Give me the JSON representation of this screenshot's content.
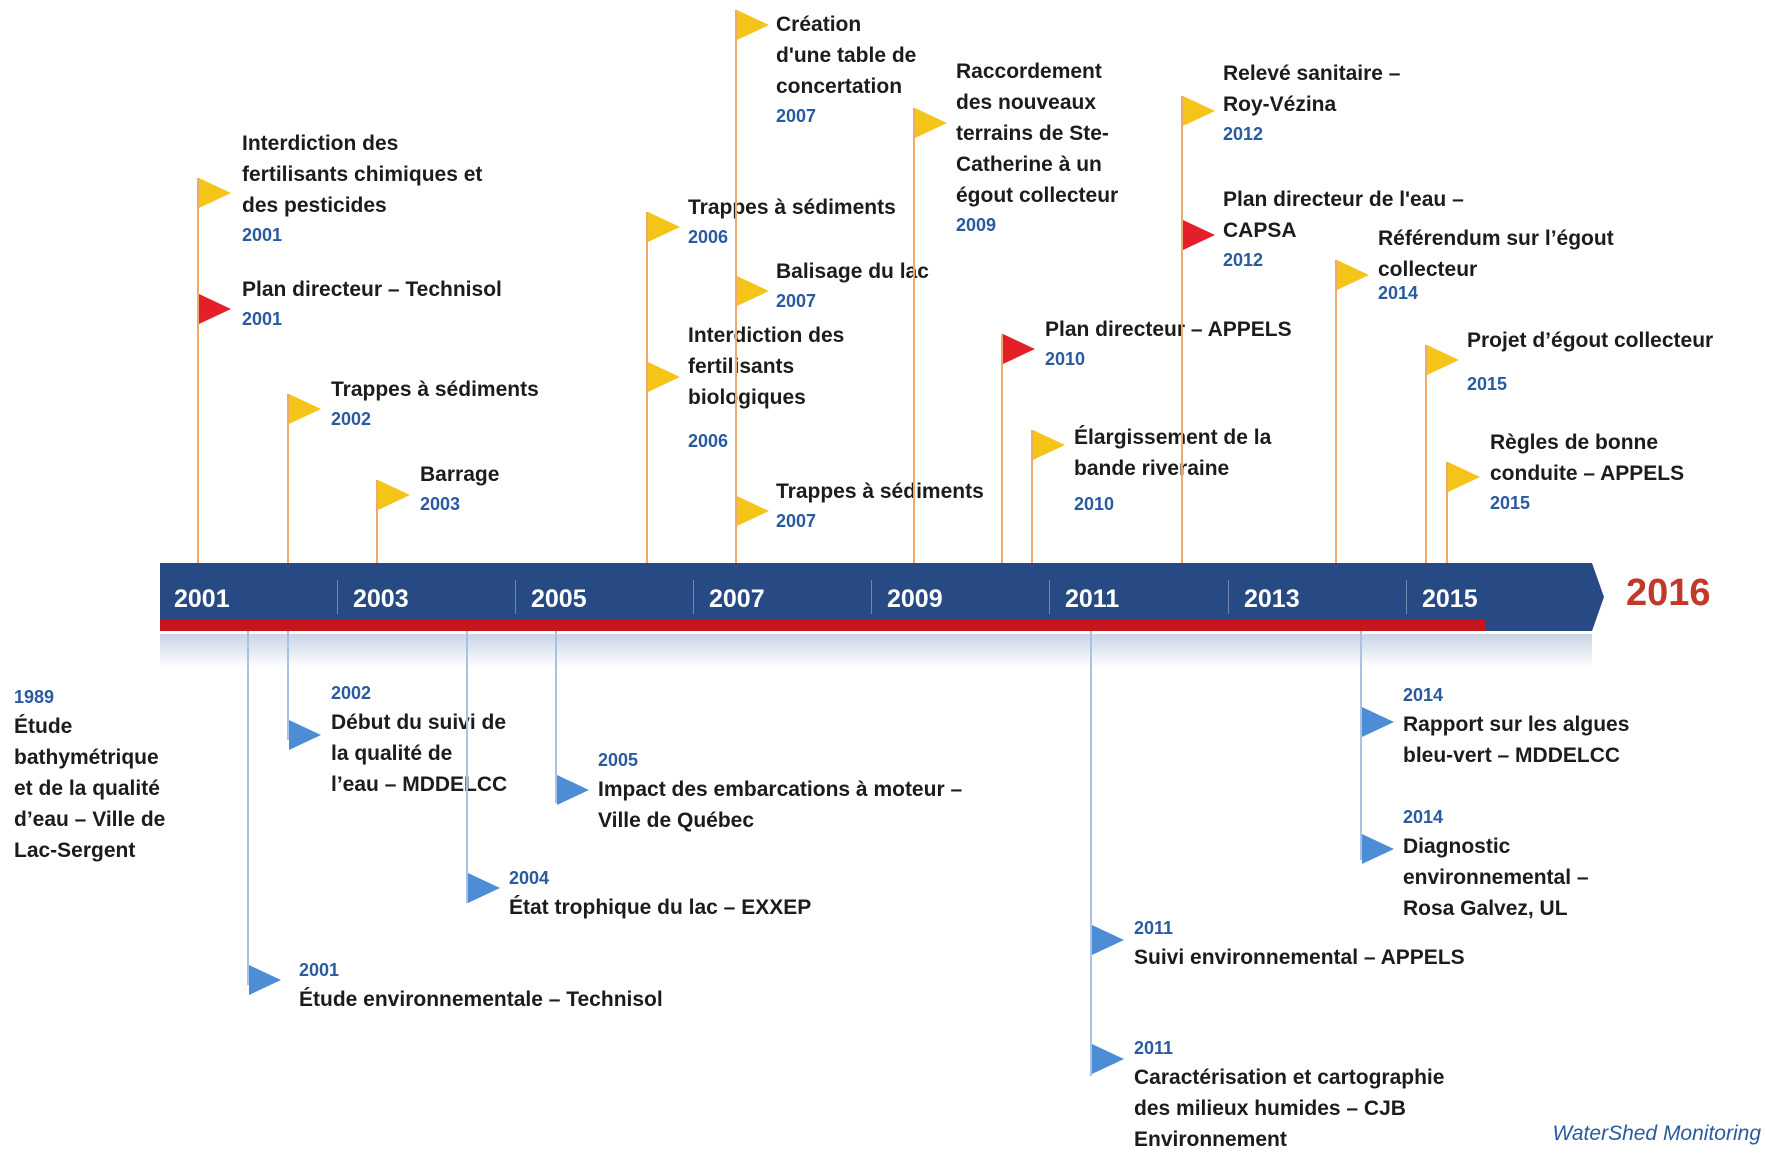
{
  "timeline": {
    "year_labels": [
      "2001",
      "2003",
      "2005",
      "2007",
      "2009",
      "2011",
      "2013",
      "2015"
    ],
    "end_year": "2016",
    "colors": {
      "bar": "#284a84",
      "red_strip": "#c4161c",
      "yellow_flag": "#f4c418",
      "red_flag": "#e3202a",
      "blue_flag": "#4d8dd6"
    }
  },
  "events_above": [
    {
      "lines": [
        "Interdiction des",
        "fertilisants chimiques et",
        "des pesticides"
      ],
      "year": "2001",
      "flag": "yellow"
    },
    {
      "lines": [
        "Plan directeur – Technisol"
      ],
      "year": "2001",
      "flag": "red"
    },
    {
      "lines": [
        "Trappes à sédiments"
      ],
      "year": "2002",
      "flag": "yellow"
    },
    {
      "lines": [
        "Barrage"
      ],
      "year": "2003",
      "flag": "yellow"
    },
    {
      "lines": [
        "Trappes à sédiments"
      ],
      "year": "2006",
      "flag": "yellow"
    },
    {
      "lines": [
        "Interdiction des",
        "fertilisants",
        "biologiques"
      ],
      "year": "2006",
      "flag": "yellow"
    },
    {
      "lines": [
        "Création",
        "d'une table de",
        "concertation"
      ],
      "year": "2007",
      "flag": "yellow"
    },
    {
      "lines": [
        "Balisage du lac"
      ],
      "year": "2007",
      "flag": "yellow"
    },
    {
      "lines": [
        "Trappes à sédiments"
      ],
      "year": "2007",
      "flag": "yellow"
    },
    {
      "lines": [
        "Raccordement",
        "des nouveaux",
        "terrains de Ste-",
        "Catherine à un",
        "égout collecteur"
      ],
      "year": "2009",
      "flag": "yellow"
    },
    {
      "lines": [
        "Plan directeur – APPELS"
      ],
      "year": "2010",
      "flag": "red"
    },
    {
      "lines": [
        "Élargissement de la",
        "bande riveraine"
      ],
      "year": "2010",
      "flag": "yellow"
    },
    {
      "lines": [
        "Relevé sanitaire –",
        "Roy-Vézina"
      ],
      "year": "2012",
      "flag": "yellow"
    },
    {
      "lines": [
        "Plan directeur de l'eau –",
        "CAPSA"
      ],
      "year": "2012",
      "flag": "red"
    },
    {
      "lines": [
        "Référendum sur l’égout",
        "collecteur"
      ],
      "year": "2014",
      "flag": "yellow"
    },
    {
      "lines": [
        "Projet d’égout collecteur"
      ],
      "year": "2015",
      "flag": "yellow"
    },
    {
      "lines": [
        "Règles de bonne",
        "conduite – APPELS"
      ],
      "year": "2015",
      "flag": "yellow"
    }
  ],
  "events_below": [
    {
      "lines": [
        "Étude",
        "bathymétrique",
        "et de la qualité",
        "d’eau – Ville de",
        "Lac-Sergent"
      ],
      "year": "1989",
      "flag": "none"
    },
    {
      "lines": [
        "Étude environnementale – Technisol"
      ],
      "year": "2001",
      "flag": "blue"
    },
    {
      "lines": [
        "Début du suivi de",
        "la qualité de",
        "l’eau – MDDELCC"
      ],
      "year": "2002",
      "flag": "blue"
    },
    {
      "lines": [
        "État trophique du lac – EXXEP"
      ],
      "year": "2004",
      "flag": "blue"
    },
    {
      "lines": [
        "Impact des embarcations à moteur –",
        "Ville de Québec"
      ],
      "year": "2005",
      "flag": "blue"
    },
    {
      "lines": [
        "Suivi environnemental – APPELS"
      ],
      "year": "2011",
      "flag": "blue"
    },
    {
      "lines": [
        "Caractérisation et cartographie",
        "des milieux humides – CJB",
        "Environnement"
      ],
      "year": "2011",
      "flag": "blue"
    },
    {
      "lines": [
        "Rapport sur les algues",
        "bleu-vert – MDDELCC"
      ],
      "year": "2014",
      "flag": "blue"
    },
    {
      "lines": [
        "Diagnostic",
        "environnemental –",
        "Rosa Galvez, UL"
      ],
      "year": "2014",
      "flag": "blue"
    }
  ],
  "credit": "WaterShed Monitoring"
}
